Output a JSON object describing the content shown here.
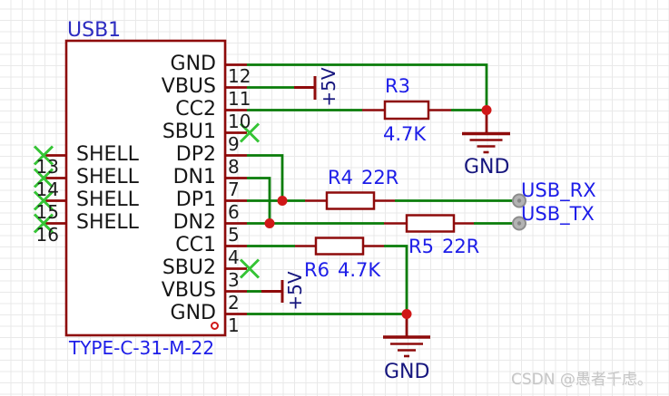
{
  "component": {
    "ref": "USB1",
    "part": "TYPE-C-31-M-22",
    "right_pins": [
      {
        "num": "12",
        "name": "GND"
      },
      {
        "num": "11",
        "name": "VBUS"
      },
      {
        "num": "10",
        "name": "CC2"
      },
      {
        "num": "9",
        "name": "SBU1"
      },
      {
        "num": "8",
        "name": "DP2"
      },
      {
        "num": "7",
        "name": "DN1"
      },
      {
        "num": "6",
        "name": "DP1"
      },
      {
        "num": "5",
        "name": "DN2"
      },
      {
        "num": "4",
        "name": "CC1"
      },
      {
        "num": "3",
        "name": "SBU2"
      },
      {
        "num": "2",
        "name": "VBUS"
      },
      {
        "num": "1",
        "name": "GND"
      }
    ],
    "left_pins": [
      {
        "num": "13",
        "name": "SHELL"
      },
      {
        "num": "14",
        "name": "SHELL"
      },
      {
        "num": "15",
        "name": "SHELL"
      },
      {
        "num": "16",
        "name": "SHELL"
      }
    ]
  },
  "resistors": {
    "r3": {
      "ref": "R3",
      "value": "4.7K"
    },
    "r4": {
      "ref": "R4",
      "value": "22R"
    },
    "r5": {
      "ref": "R5",
      "value": "22R"
    },
    "r6": {
      "ref": "R6",
      "value": "4.7K"
    }
  },
  "power": {
    "vcc": "+5V",
    "gnd": "GND"
  },
  "nets": {
    "rx": "USB_RX",
    "tx": "USB_TX"
  },
  "watermark": "CSDN @愚者千虑。",
  "colors": {
    "wire": "#0a7d0a",
    "outline": "#8e0b0b",
    "junction": "#d01818",
    "label_blue": "#1d1de8",
    "power_navy": "#16167e",
    "no_connect": "#35c435",
    "port_gray": "#b3b3b3"
  }
}
